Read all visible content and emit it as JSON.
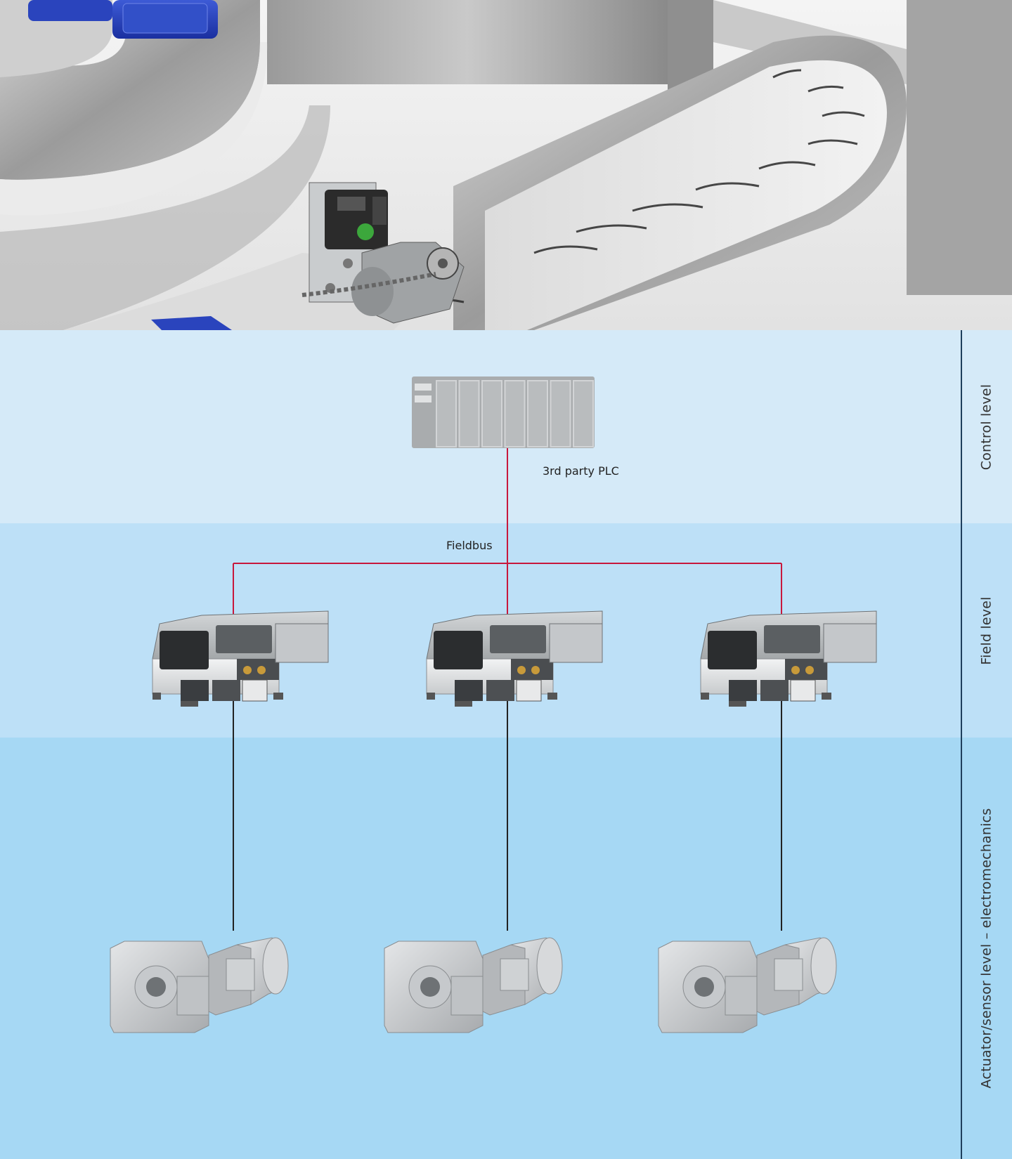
{
  "levels": {
    "control": "Control level",
    "field": "Field level",
    "actuator": "Actuator/sensor level – electromechanics"
  },
  "plc": {
    "label": "3rd party PLC"
  },
  "bus": {
    "label": "Fieldbus"
  },
  "colors": {
    "fieldbus_line": "#c8183c",
    "signal_line": "#222222",
    "control_band": "#d5eaf8",
    "field_band": "#bde0f7",
    "actuator_band": "#a6d8f4",
    "divider": "#1f3f5c",
    "device_gray": "#a9acae"
  },
  "icons": {
    "plc": "plc-rack-icon",
    "drive": "motor-inverter-icon",
    "motor": "geared-motor-icon"
  }
}
